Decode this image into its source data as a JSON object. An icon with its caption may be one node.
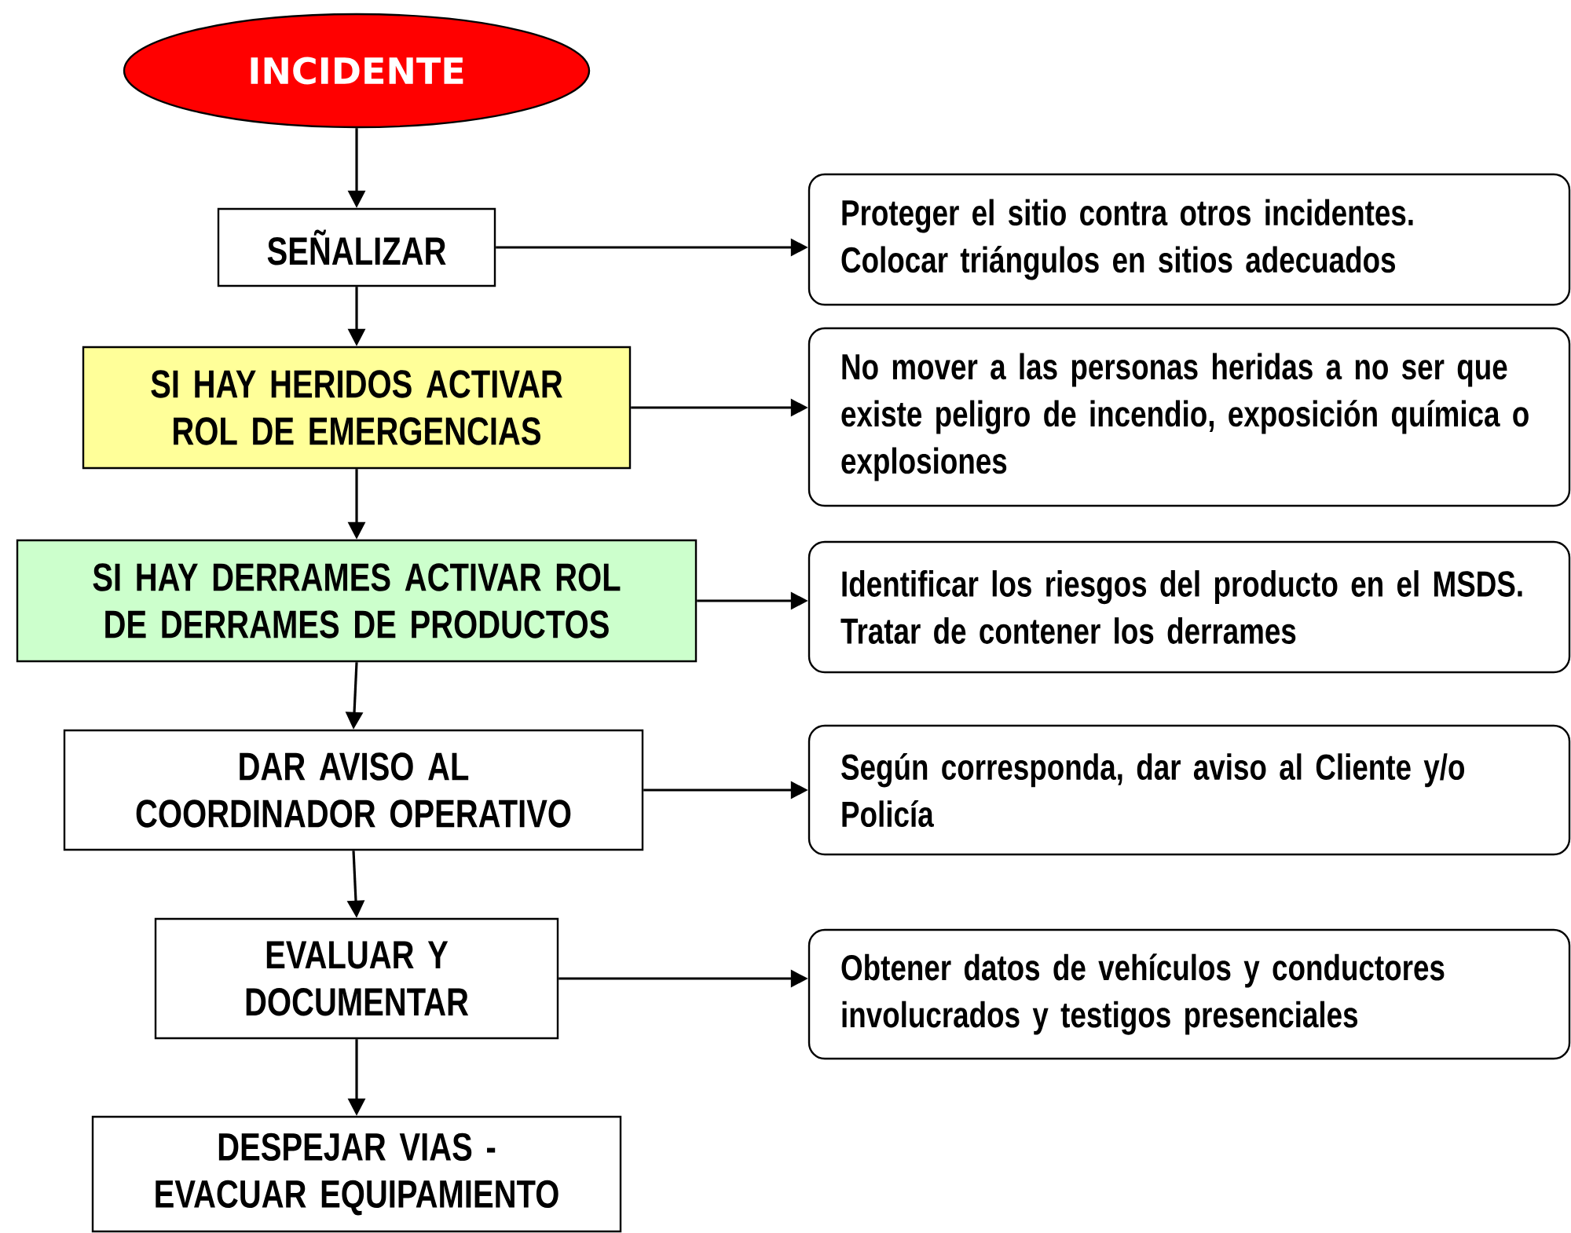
{
  "diagram": {
    "nodes": [
      {
        "text": [
          "INCIDENTE"
        ]
      },
      {
        "text": [
          "SEÑALIZAR"
        ]
      },
      {
        "text": [
          "SI HAY HERIDOS ACTIVAR ROL DE EMERGENCIAS"
        ]
      },
      {
        "text": [
          "SI HAY DERRAMES ACTIVAR ROL DE DERRAMES DE PRODUCTOS"
        ]
      },
      {
        "text": [
          "DAR AVISO AL COORDINADOR OPERATIVO"
        ]
      },
      {
        "text": [
          "EVALUAR Y DOCUMENTAR"
        ]
      },
      {
        "text": [
          "DESPEJAR VIAS - EVACUAR EQUIPAMIENTO"
        ]
      },
      {
        "text": [
          "Proteger el sitio contra otros incidentes. Colocar triángulos en sitios adecuados"
        ]
      },
      {
        "text": [
          "No mover a las personas heridas a no ser que existe peligro de incendio, exposición química o explosiones"
        ]
      },
      {
        "text": [
          "Identificar los riesgos del producto en el MSDS. Tratar de contener los derrames"
        ]
      },
      {
        "text": [
          "Según corresponda, dar aviso al Cliente y/o Policía"
        ]
      },
      {
        "text": [
          "Obtener datos de vehículos y conductores involucrados y testigos presenciales"
        ]
      }
    ],
    "edges": [
      {
        "from": 0,
        "to": 1,
        "arrow": "to"
      },
      {
        "from": 1,
        "to": 2,
        "arrow": "to"
      },
      {
        "from": 2,
        "to": 3,
        "arrow": "to"
      },
      {
        "from": 3,
        "to": 4,
        "arrow": "to"
      },
      {
        "from": 4,
        "to": 5,
        "arrow": "to"
      },
      {
        "from": 5,
        "to": 6,
        "arrow": "to"
      },
      {
        "from": 1,
        "to": 7,
        "arrow": "to"
      },
      {
        "from": 2,
        "to": 8,
        "arrow": "to"
      },
      {
        "from": 3,
        "to": 9,
        "arrow": "to"
      },
      {
        "from": 4,
        "to": 10,
        "arrow": "to"
      },
      {
        "from": 5,
        "to": 11,
        "arrow": "to"
      }
    ]
  }
}
